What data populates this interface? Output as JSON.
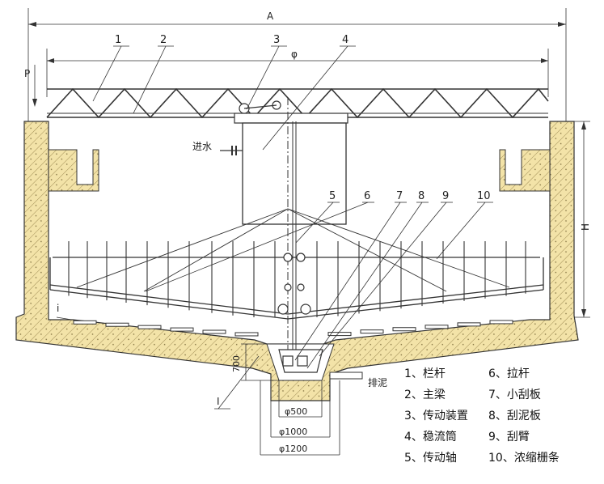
{
  "dimensions": {
    "overall_width": "A",
    "truss_span": "φ",
    "height": "H",
    "load": "P",
    "sump_depth": "700",
    "d500": "φ500",
    "d1000": "φ1000",
    "d1200": "φ1200",
    "slope_mark": "i",
    "detail_mark": "I"
  },
  "flow_labels": {
    "inlet": "进水",
    "sludge_outlet": "排泥"
  },
  "callouts": [
    "1",
    "2",
    "3",
    "4",
    "5",
    "6",
    "7",
    "8",
    "9",
    "10"
  ],
  "legend": [
    {
      "text": "1、栏杆"
    },
    {
      "text": "2、主梁"
    },
    {
      "text": "3、传动装置"
    },
    {
      "text": "4、稳流筒"
    },
    {
      "text": "5、传动轴"
    },
    {
      "text": "6、拉杆"
    },
    {
      "text": "7、小刮板"
    },
    {
      "text": "8、刮泥板"
    },
    {
      "text": "9、刮臂"
    },
    {
      "text": "10、浓缩栅条"
    }
  ],
  "colors": {
    "concrete": "#f3e3a8",
    "line": "#333333",
    "hatch": "#8a7a4a"
  }
}
